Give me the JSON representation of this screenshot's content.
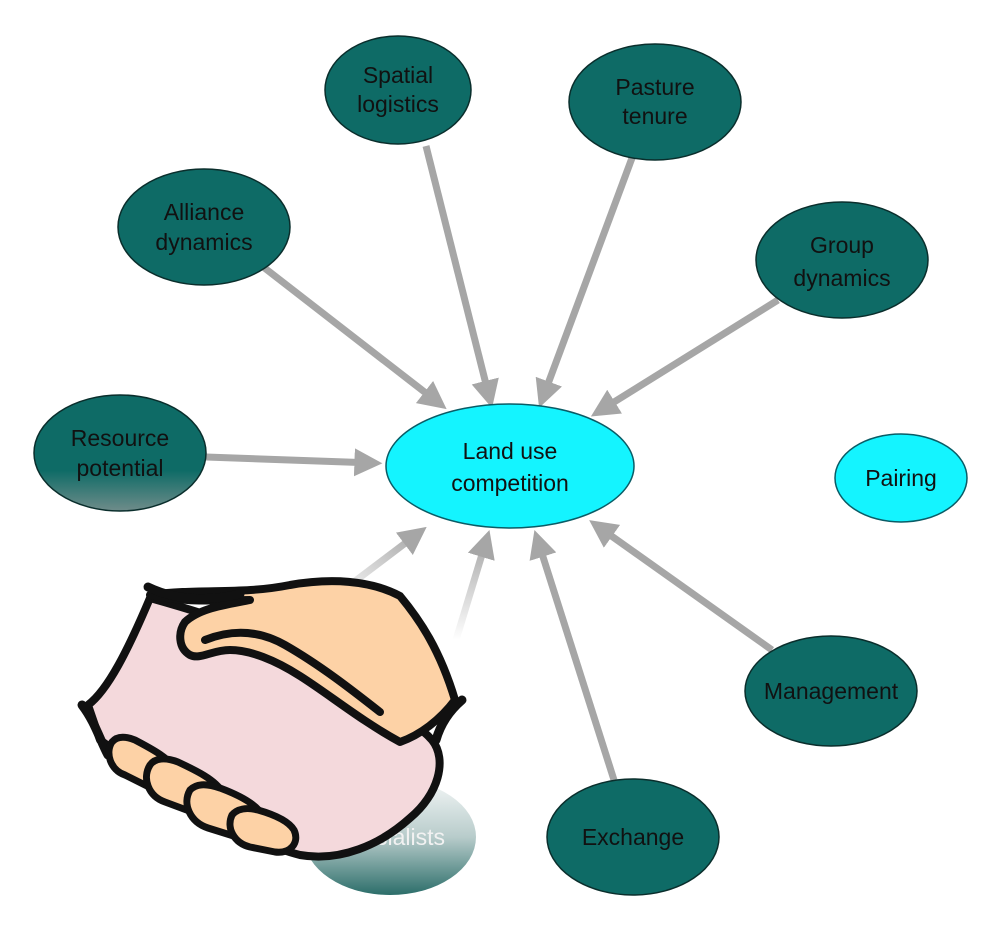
{
  "diagram": {
    "colors": {
      "outer_node_fill": "#0e6b66",
      "outer_node_stroke": "#0a2e2c",
      "center_node_fill": "#14f4ff",
      "pairing_node_fill": "#14f4ff",
      "arrow": "#a6a6a6",
      "hand_outline": "#111111",
      "hand_pink": "#f4d9dc",
      "hand_peach": "#fdd2a6"
    },
    "center": {
      "line1": "Land use",
      "line2": "competition"
    },
    "pairing": {
      "label": "Pairing"
    },
    "nodes": {
      "spatial_logistics": {
        "line1": "Spatial",
        "line2": "logistics"
      },
      "pasture_tenure": {
        "line1": "Pasture",
        "line2": "tenure"
      },
      "alliance_dynamics": {
        "line1": "Alliance",
        "line2": "dynamics"
      },
      "group_dynamics": {
        "line1": "Group",
        "line2": "dynamics"
      },
      "resource_potential": {
        "line1": "Resource",
        "line2": "potential"
      },
      "management": {
        "label": "Management"
      },
      "exchange": {
        "label": "Exchange"
      },
      "specialists": {
        "label": "Specialists"
      }
    },
    "handshake_icon": "handshake-icon"
  }
}
